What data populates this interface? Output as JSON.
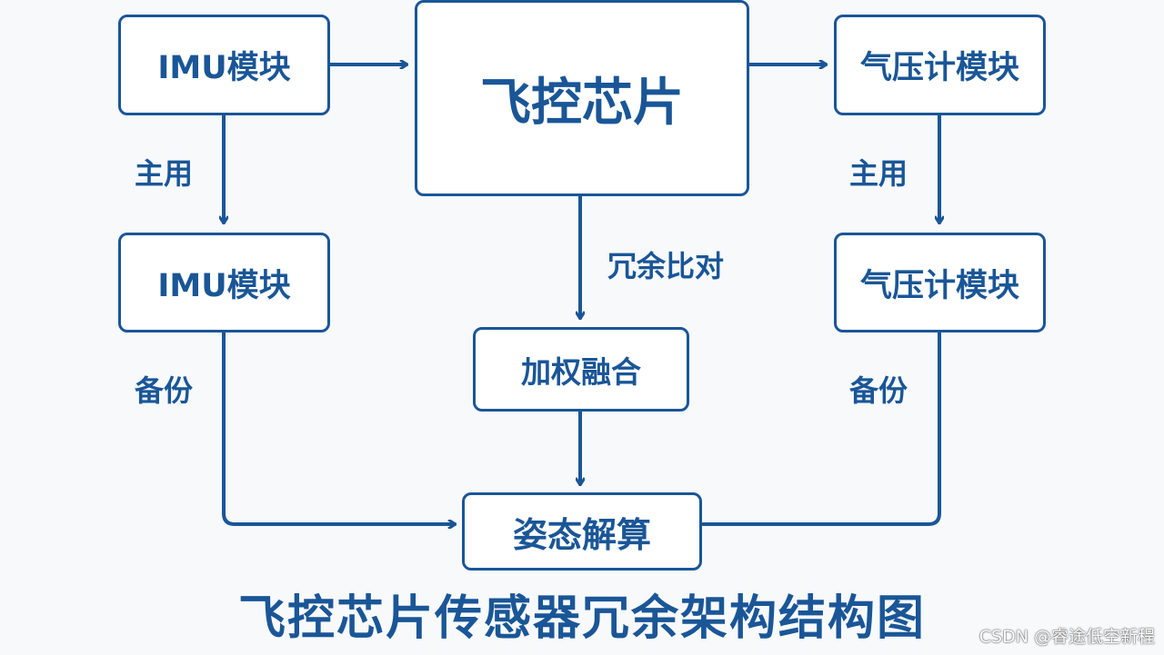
{
  "boxes": {
    "imu_primary": "IMU模块",
    "imu_backup": "IMU模块",
    "fc_chip": "飞控芯片",
    "baro_primary": "气压计模块",
    "baro_backup": "气压计模块",
    "weighted_fusion": "加权融合",
    "attitude_solve": "姿态解算"
  },
  "labels": {
    "left_primary": "主用",
    "left_backup": "备份",
    "right_primary": "主用",
    "right_backup": "备份",
    "redundancy_compare": "冗余比对"
  },
  "title": "飞控芯片传感器冗余架构结构图",
  "watermark": "CSDN @睿途低空新程",
  "colors": {
    "primary": "#1a5697",
    "background": "#f7f9fb"
  }
}
